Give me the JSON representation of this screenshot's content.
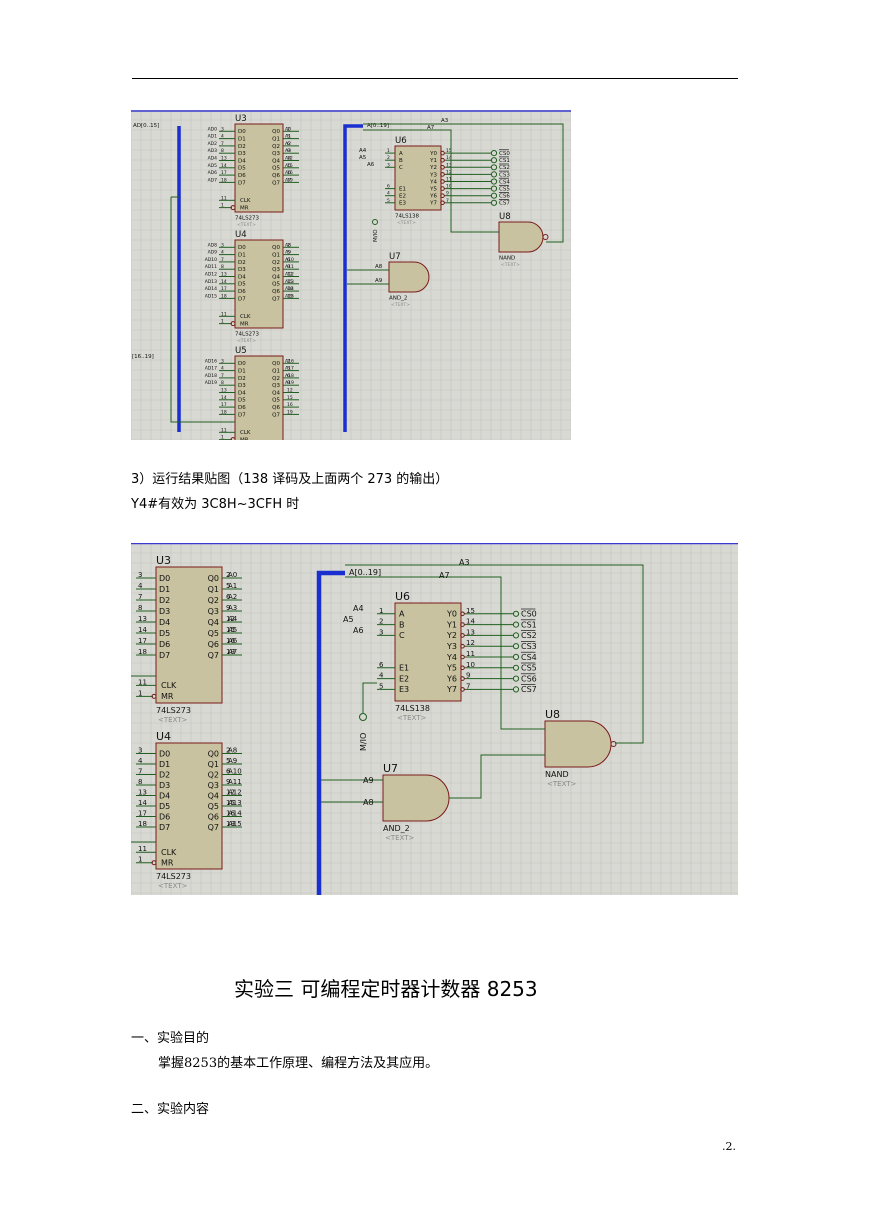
{
  "caption1": "3）运行结果贴图（138 译码及上面两个 273 的输出）",
  "caption2": "Y4#有效为 3C8H~3CFH 时",
  "heading": "实验三  可编程定时器计数器 8253",
  "section1": "一、实验目的",
  "para1": "掌握8253的基本工作原理、编程方法及其应用。",
  "section2": "二、实验内容",
  "page_number": ".2.",
  "colors": {
    "grid_bg": "#d9d9d4",
    "chip_fill": "#c8c2a0",
    "chip_border": "#7a1a1a",
    "wire": "#1f5f1f",
    "bus": "#1a2fd0"
  },
  "schematic": {
    "u3_name": "U3",
    "u4_name": "U4",
    "u5_name": "U5",
    "u6_name": "U6",
    "u7_name": "U7",
    "u8_name": "U8",
    "ls273": "74LS273",
    "ls138": "74LS138",
    "nand": "NAND",
    "and2": "AND_2",
    "text": "<TEXT>",
    "bus_addr": "A[0..19]",
    "bus_ad015": "AD[0..15]",
    "bus_ad1619": "[16..19]",
    "mio": "M/IO",
    "a3": "A3",
    "a7": "A7",
    "a4": "A4",
    "a5": "A5",
    "a6": "A6",
    "a8": "A8",
    "a9": "A9",
    "clk": "CLK",
    "mr": "MR",
    "u3_in": [
      "AD0",
      "AD1",
      "AD2",
      "AD3",
      "AD4",
      "AD5",
      "AD6",
      "AD7"
    ],
    "u4_in": [
      "AD8",
      "AD9",
      "AD10",
      "AD11",
      "AD12",
      "AD13",
      "AD14",
      "AD15"
    ],
    "u5_in": [
      "AD16",
      "AD17",
      "AD18",
      "AD19",
      "",
      "",
      "",
      ""
    ],
    "u3_out": [
      "A0",
      "A1",
      "A2",
      "A3",
      "A4",
      "A5",
      "A6",
      "A7"
    ],
    "u4_out": [
      "A8",
      "A9",
      "A10",
      "A11",
      "A12",
      "A13",
      "A14",
      "A15"
    ],
    "u5_out": [
      "A16",
      "A17",
      "A18",
      "A19",
      "",
      "",
      "",
      ""
    ],
    "d_pins": [
      "D0",
      "D1",
      "D2",
      "D3",
      "D4",
      "D5",
      "D6",
      "D7"
    ],
    "q_pins": [
      "Q0",
      "Q1",
      "Q2",
      "Q3",
      "Q4",
      "Q5",
      "Q6",
      "Q7"
    ],
    "d_nums": [
      "3",
      "4",
      "7",
      "8",
      "13",
      "14",
      "17",
      "18"
    ],
    "q_nums": [
      "2",
      "5",
      "6",
      "9",
      "12",
      "15",
      "16",
      "19"
    ],
    "clk_num": "11",
    "mr_num": "1",
    "u6_in": [
      "A",
      "B",
      "C",
      "E1",
      "E2",
      "E3"
    ],
    "u6_in_nums": [
      "1",
      "2",
      "3",
      "6",
      "4",
      "5"
    ],
    "u6_out": [
      "Y0",
      "Y1",
      "Y2",
      "Y3",
      "Y4",
      "Y5",
      "Y6",
      "Y7"
    ],
    "u6_out_nums": [
      "15",
      "14",
      "13",
      "12",
      "11",
      "10",
      "9",
      "7"
    ],
    "cs": [
      "CS0",
      "CS1",
      "CS2",
      "CS3",
      "CS4",
      "CS5",
      "CS6",
      "CS7"
    ]
  }
}
